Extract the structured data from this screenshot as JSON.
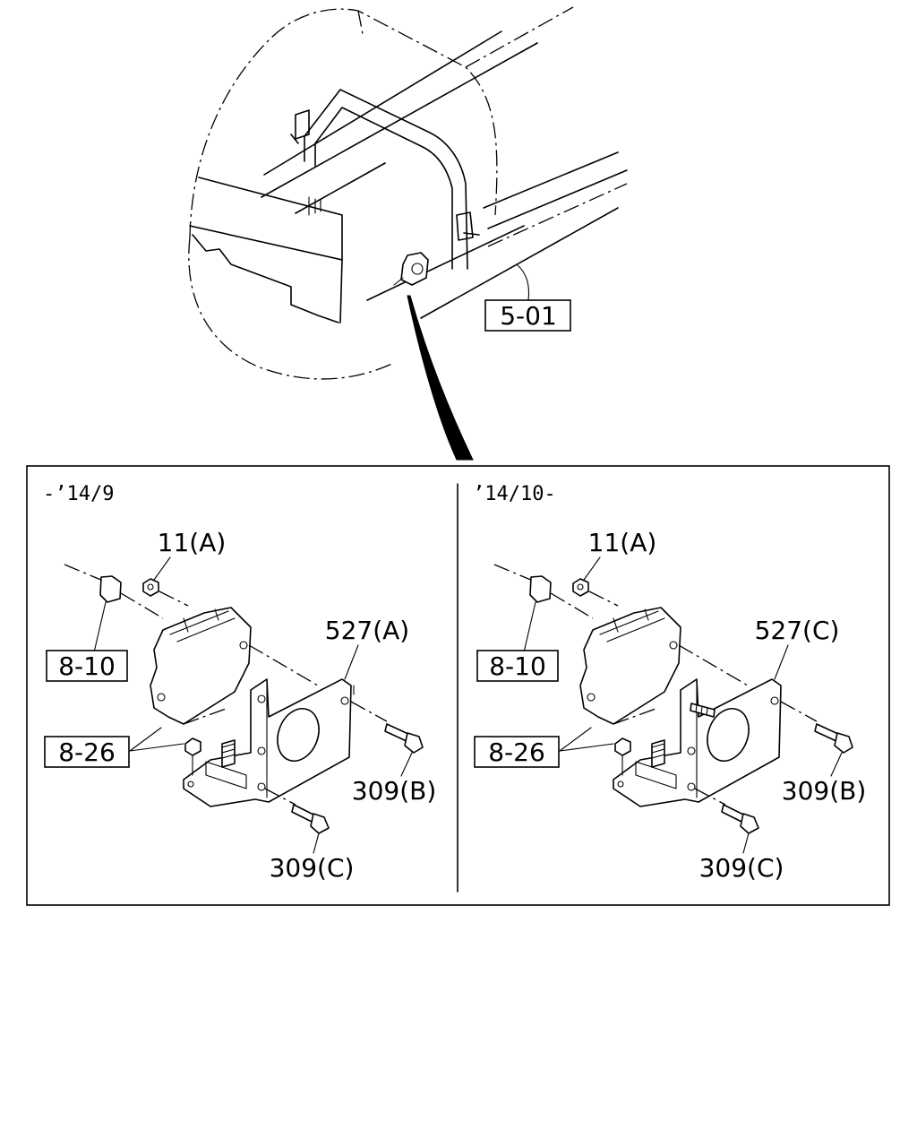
{
  "overview": {
    "ref_label": "5-01"
  },
  "detail_panels": [
    {
      "period": "-’14/9",
      "labels": {
        "nut": "11(A)",
        "bracket": "527(A)",
        "connector_ref": "8-10",
        "nut_ref": "8-26",
        "bolt_upper": "309(B)",
        "bolt_lower": "309(C)"
      }
    },
    {
      "period": "’14/10-",
      "labels": {
        "nut": "11(A)",
        "bracket": "527(C)",
        "connector_ref": "8-10",
        "nut_ref": "8-26",
        "bolt_upper": "309(B)",
        "bolt_lower": "309(C)"
      }
    }
  ]
}
